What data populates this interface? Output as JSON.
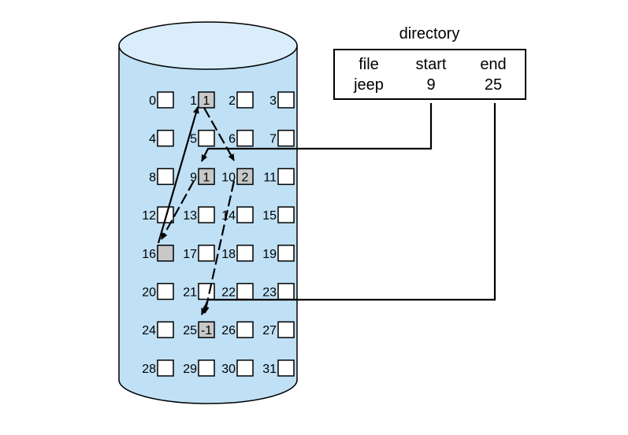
{
  "directory": {
    "title": "directory",
    "headers": [
      "file",
      "start",
      "end"
    ],
    "row": [
      "jeep",
      "9",
      "25"
    ]
  },
  "blocks": [
    {
      "n": "0",
      "v": ""
    },
    {
      "n": "1",
      "v": "1"
    },
    {
      "n": "2",
      "v": ""
    },
    {
      "n": "3",
      "v": ""
    },
    {
      "n": "4",
      "v": ""
    },
    {
      "n": "5",
      "v": ""
    },
    {
      "n": "6",
      "v": ""
    },
    {
      "n": "7",
      "v": ""
    },
    {
      "n": "8",
      "v": ""
    },
    {
      "n": "9",
      "v": "1"
    },
    {
      "n": "10",
      "v": "2"
    },
    {
      "n": "11",
      "v": ""
    },
    {
      "n": "12",
      "v": ""
    },
    {
      "n": "13",
      "v": ""
    },
    {
      "n": "14",
      "v": ""
    },
    {
      "n": "15",
      "v": ""
    },
    {
      "n": "16",
      "v": ""
    },
    {
      "n": "17",
      "v": ""
    },
    {
      "n": "18",
      "v": ""
    },
    {
      "n": "19",
      "v": ""
    },
    {
      "n": "20",
      "v": ""
    },
    {
      "n": "21",
      "v": ""
    },
    {
      "n": "22",
      "v": ""
    },
    {
      "n": "23",
      "v": ""
    },
    {
      "n": "24",
      "v": ""
    },
    {
      "n": "25",
      "v": "-1"
    },
    {
      "n": "26",
      "v": ""
    },
    {
      "n": "27",
      "v": ""
    },
    {
      "n": "28",
      "v": ""
    },
    {
      "n": "29",
      "v": ""
    },
    {
      "n": "30",
      "v": ""
    },
    {
      "n": "31",
      "v": ""
    }
  ],
  "used_blocks": [
    "1",
    "9",
    "10",
    "16",
    "25"
  ],
  "colors": {
    "disk_fill": "#bfe0f5",
    "disk_top": "#d9eefa",
    "used_block": "#c8c8c8",
    "line": "#000000"
  }
}
